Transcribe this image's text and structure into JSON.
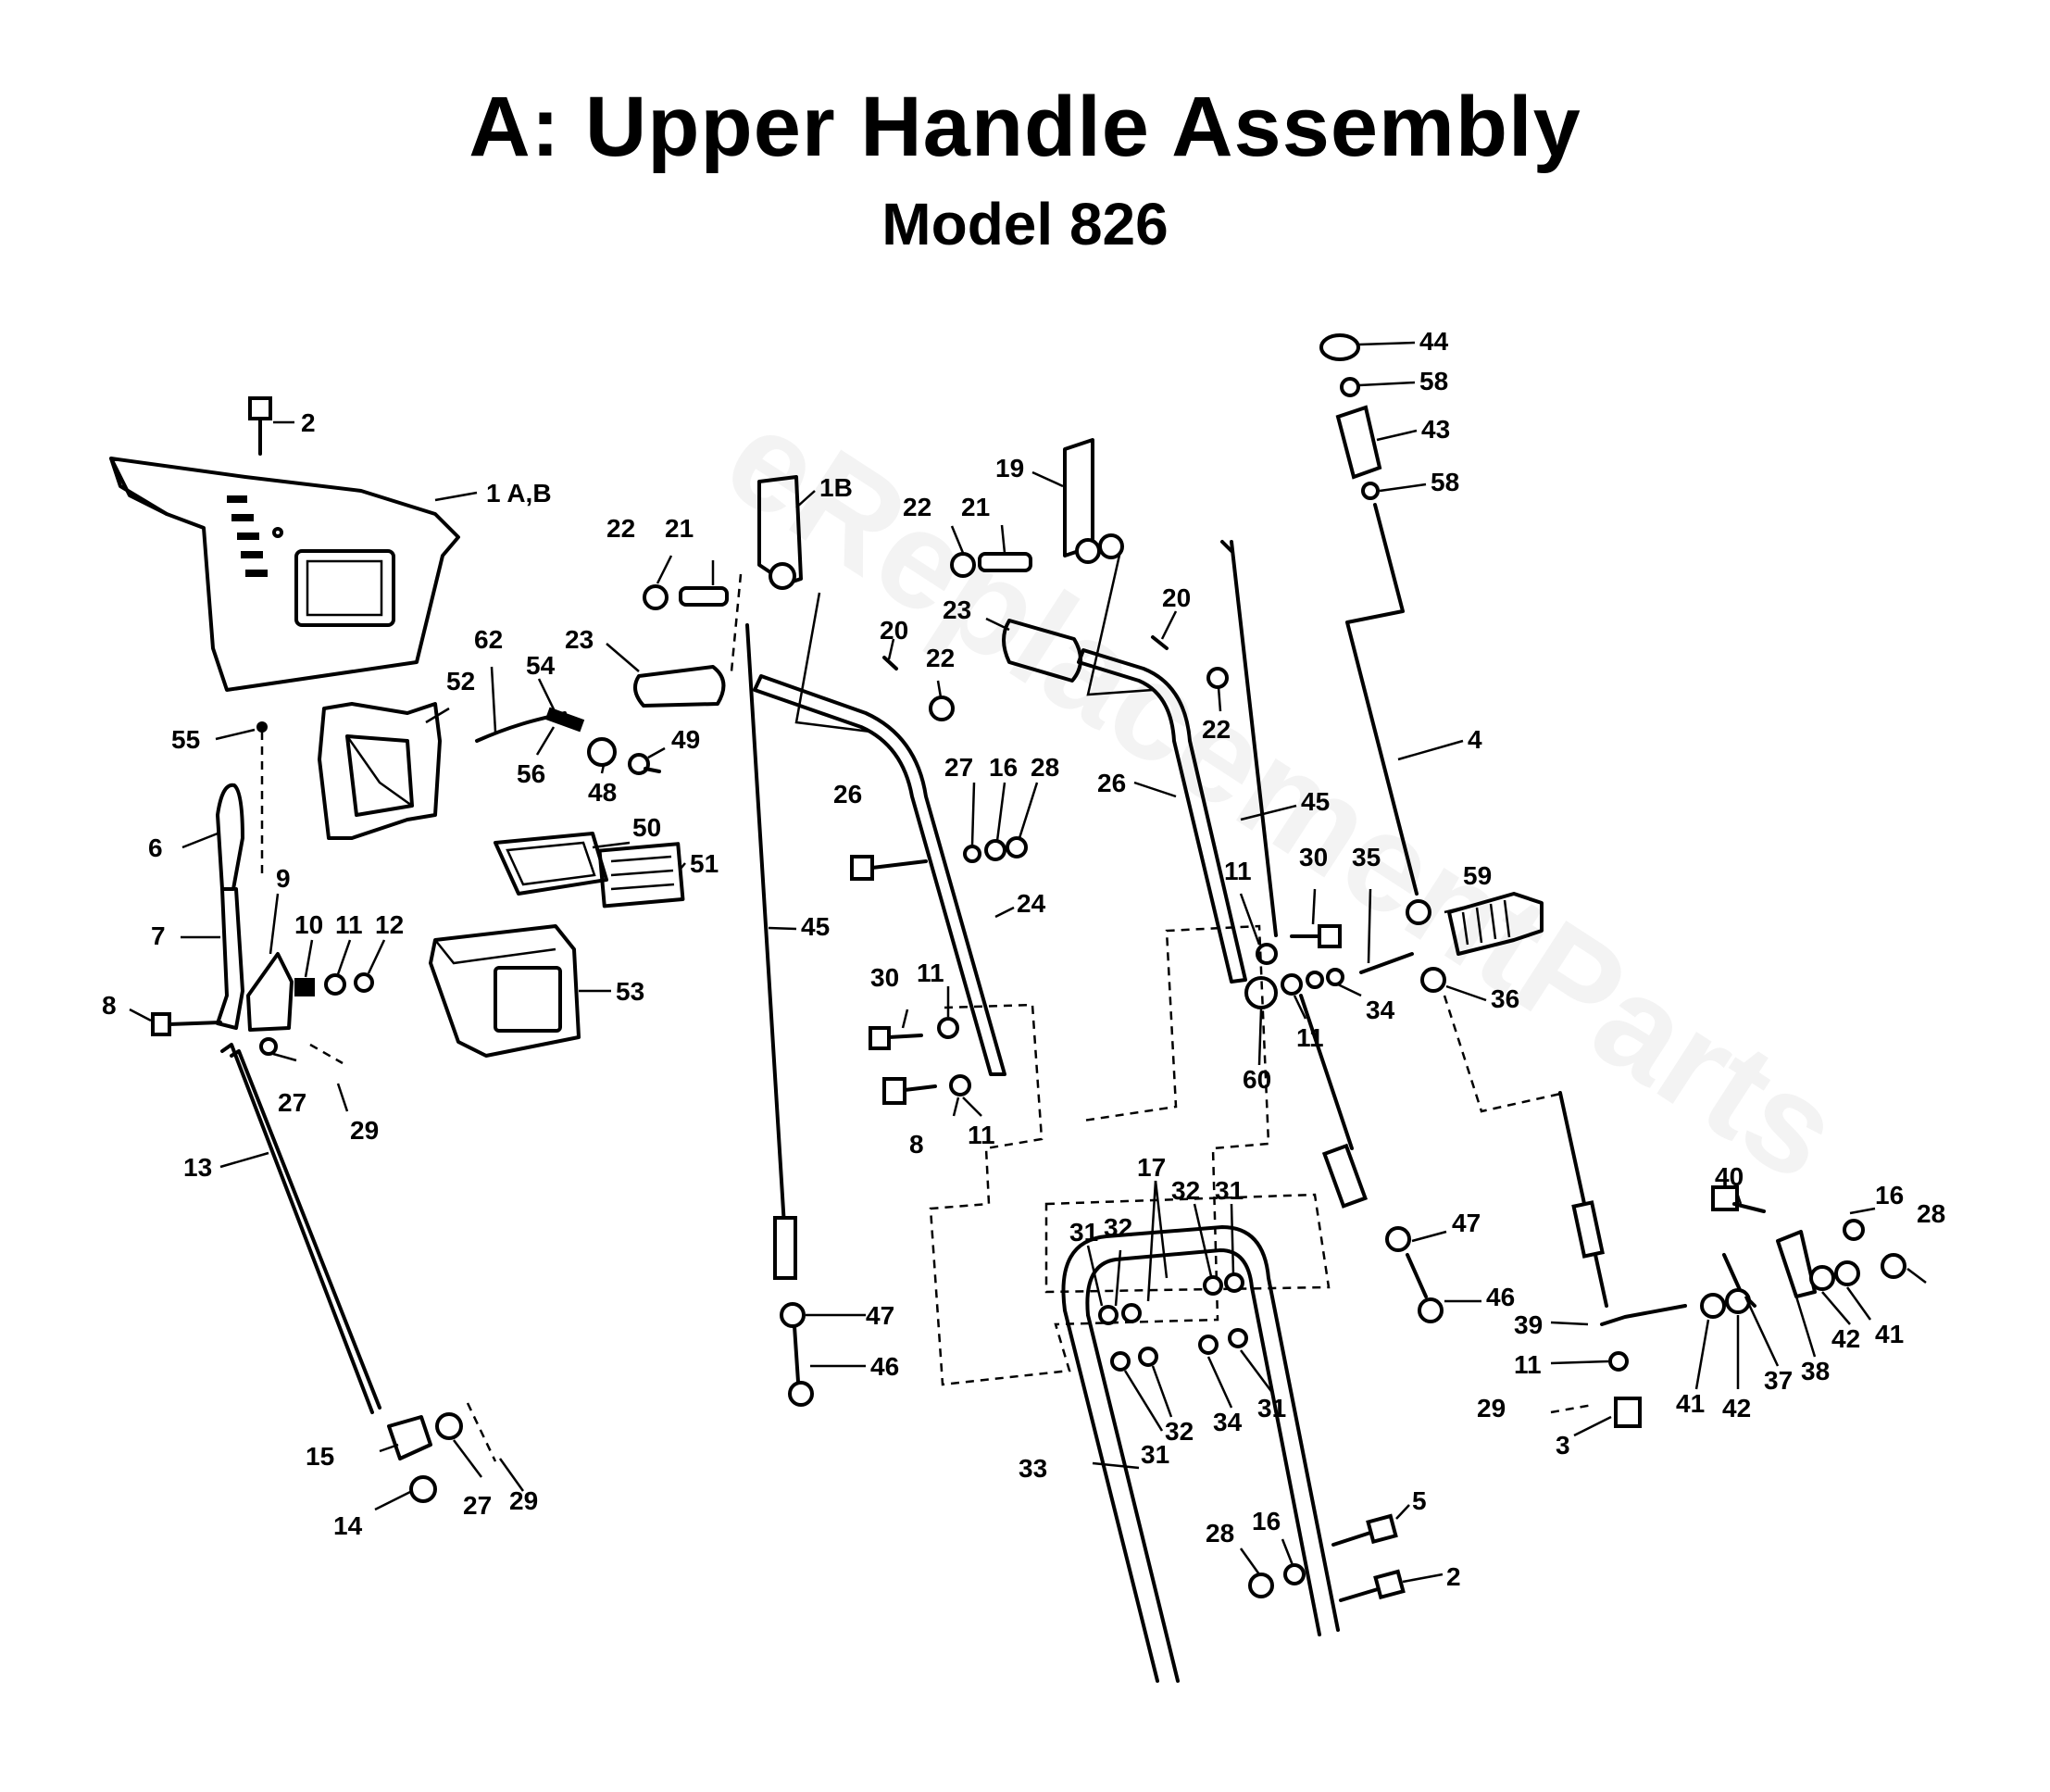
{
  "title": "A: Upper Handle Assembly",
  "subtitle": "Model 826",
  "watermark": "eReplacementParts",
  "callouts": {
    "c1": "2",
    "c2": "1 A,B",
    "c3": "1B",
    "c4": "19",
    "c5": "44",
    "c6": "58",
    "c7": "43",
    "c8": "58",
    "c9": "22",
    "c10": "21",
    "c11": "22",
    "c12": "21",
    "c13": "23",
    "c14": "23",
    "c15": "20",
    "c16": "20",
    "c17": "22",
    "c18": "22",
    "c19": "62",
    "c20": "52",
    "c21": "54",
    "c22": "55",
    "c23": "56",
    "c24": "48",
    "c25": "49",
    "c26": "4",
    "c27": "26",
    "c28": "45",
    "c29": "26",
    "c30": "27",
    "c31": "16",
    "c32": "28",
    "c33": "50",
    "c34": "51",
    "c35": "6",
    "c36": "9",
    "c37": "7",
    "c38": "10",
    "c39": "11",
    "c40": "12",
    "c41": "8",
    "c42": "53",
    "c43": "45",
    "c44": "24",
    "c45": "11",
    "c46": "30",
    "c47": "35",
    "c48": "59",
    "c49": "36",
    "c50": "34",
    "c51": "11",
    "c52": "60",
    "c53": "30",
    "c54": "11",
    "c55": "8",
    "c56": "11",
    "c57": "27",
    "c58": "29",
    "c59": "13",
    "c60": "17",
    "c61": "32",
    "c62": "31",
    "c63": "31",
    "c64": "32",
    "c65": "47",
    "c66": "46",
    "c67": "40",
    "c68": "16",
    "c69": "28",
    "c70": "47",
    "c71": "46",
    "c72": "39",
    "c73": "11",
    "c74": "29",
    "c75": "3",
    "c76": "41",
    "c77": "42",
    "c78": "37",
    "c79": "38",
    "c80": "42",
    "c81": "41",
    "c82": "32",
    "c83": "34",
    "c84": "31",
    "c85": "31",
    "c86": "33",
    "c87": "15",
    "c88": "14",
    "c89": "27",
    "c90": "29",
    "c91": "28",
    "c92": "16",
    "c93": "5",
    "c94": "2"
  }
}
